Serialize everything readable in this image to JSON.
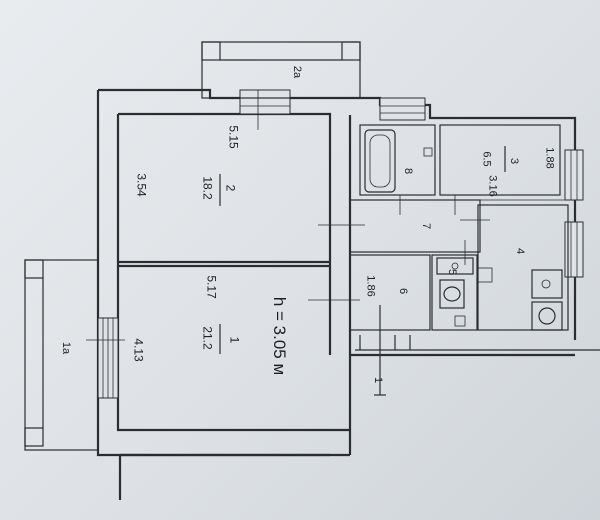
{
  "rooms": {
    "r1": {
      "number": "1",
      "area": "21.2",
      "dim_a": "5.17",
      "dim_b": "4.13"
    },
    "r1a": {
      "number": "1a"
    },
    "r2": {
      "number": "2",
      "area": "18.2",
      "dim_a": "5.15",
      "dim_b": "3.54"
    },
    "r2a": {
      "number": "2a"
    },
    "r3": {
      "number": "3",
      "area": "6.5",
      "dim_a": "3.16",
      "dim_b": "1.88"
    },
    "r4": {
      "number": "4"
    },
    "r5": {
      "number": "5"
    },
    "r6": {
      "number": "6",
      "dim_a": "1.86"
    },
    "r7": {
      "number": "7"
    },
    "r8": {
      "number": "8"
    }
  },
  "ceiling_height": "h = 3.05 м",
  "section_mark": "1"
}
